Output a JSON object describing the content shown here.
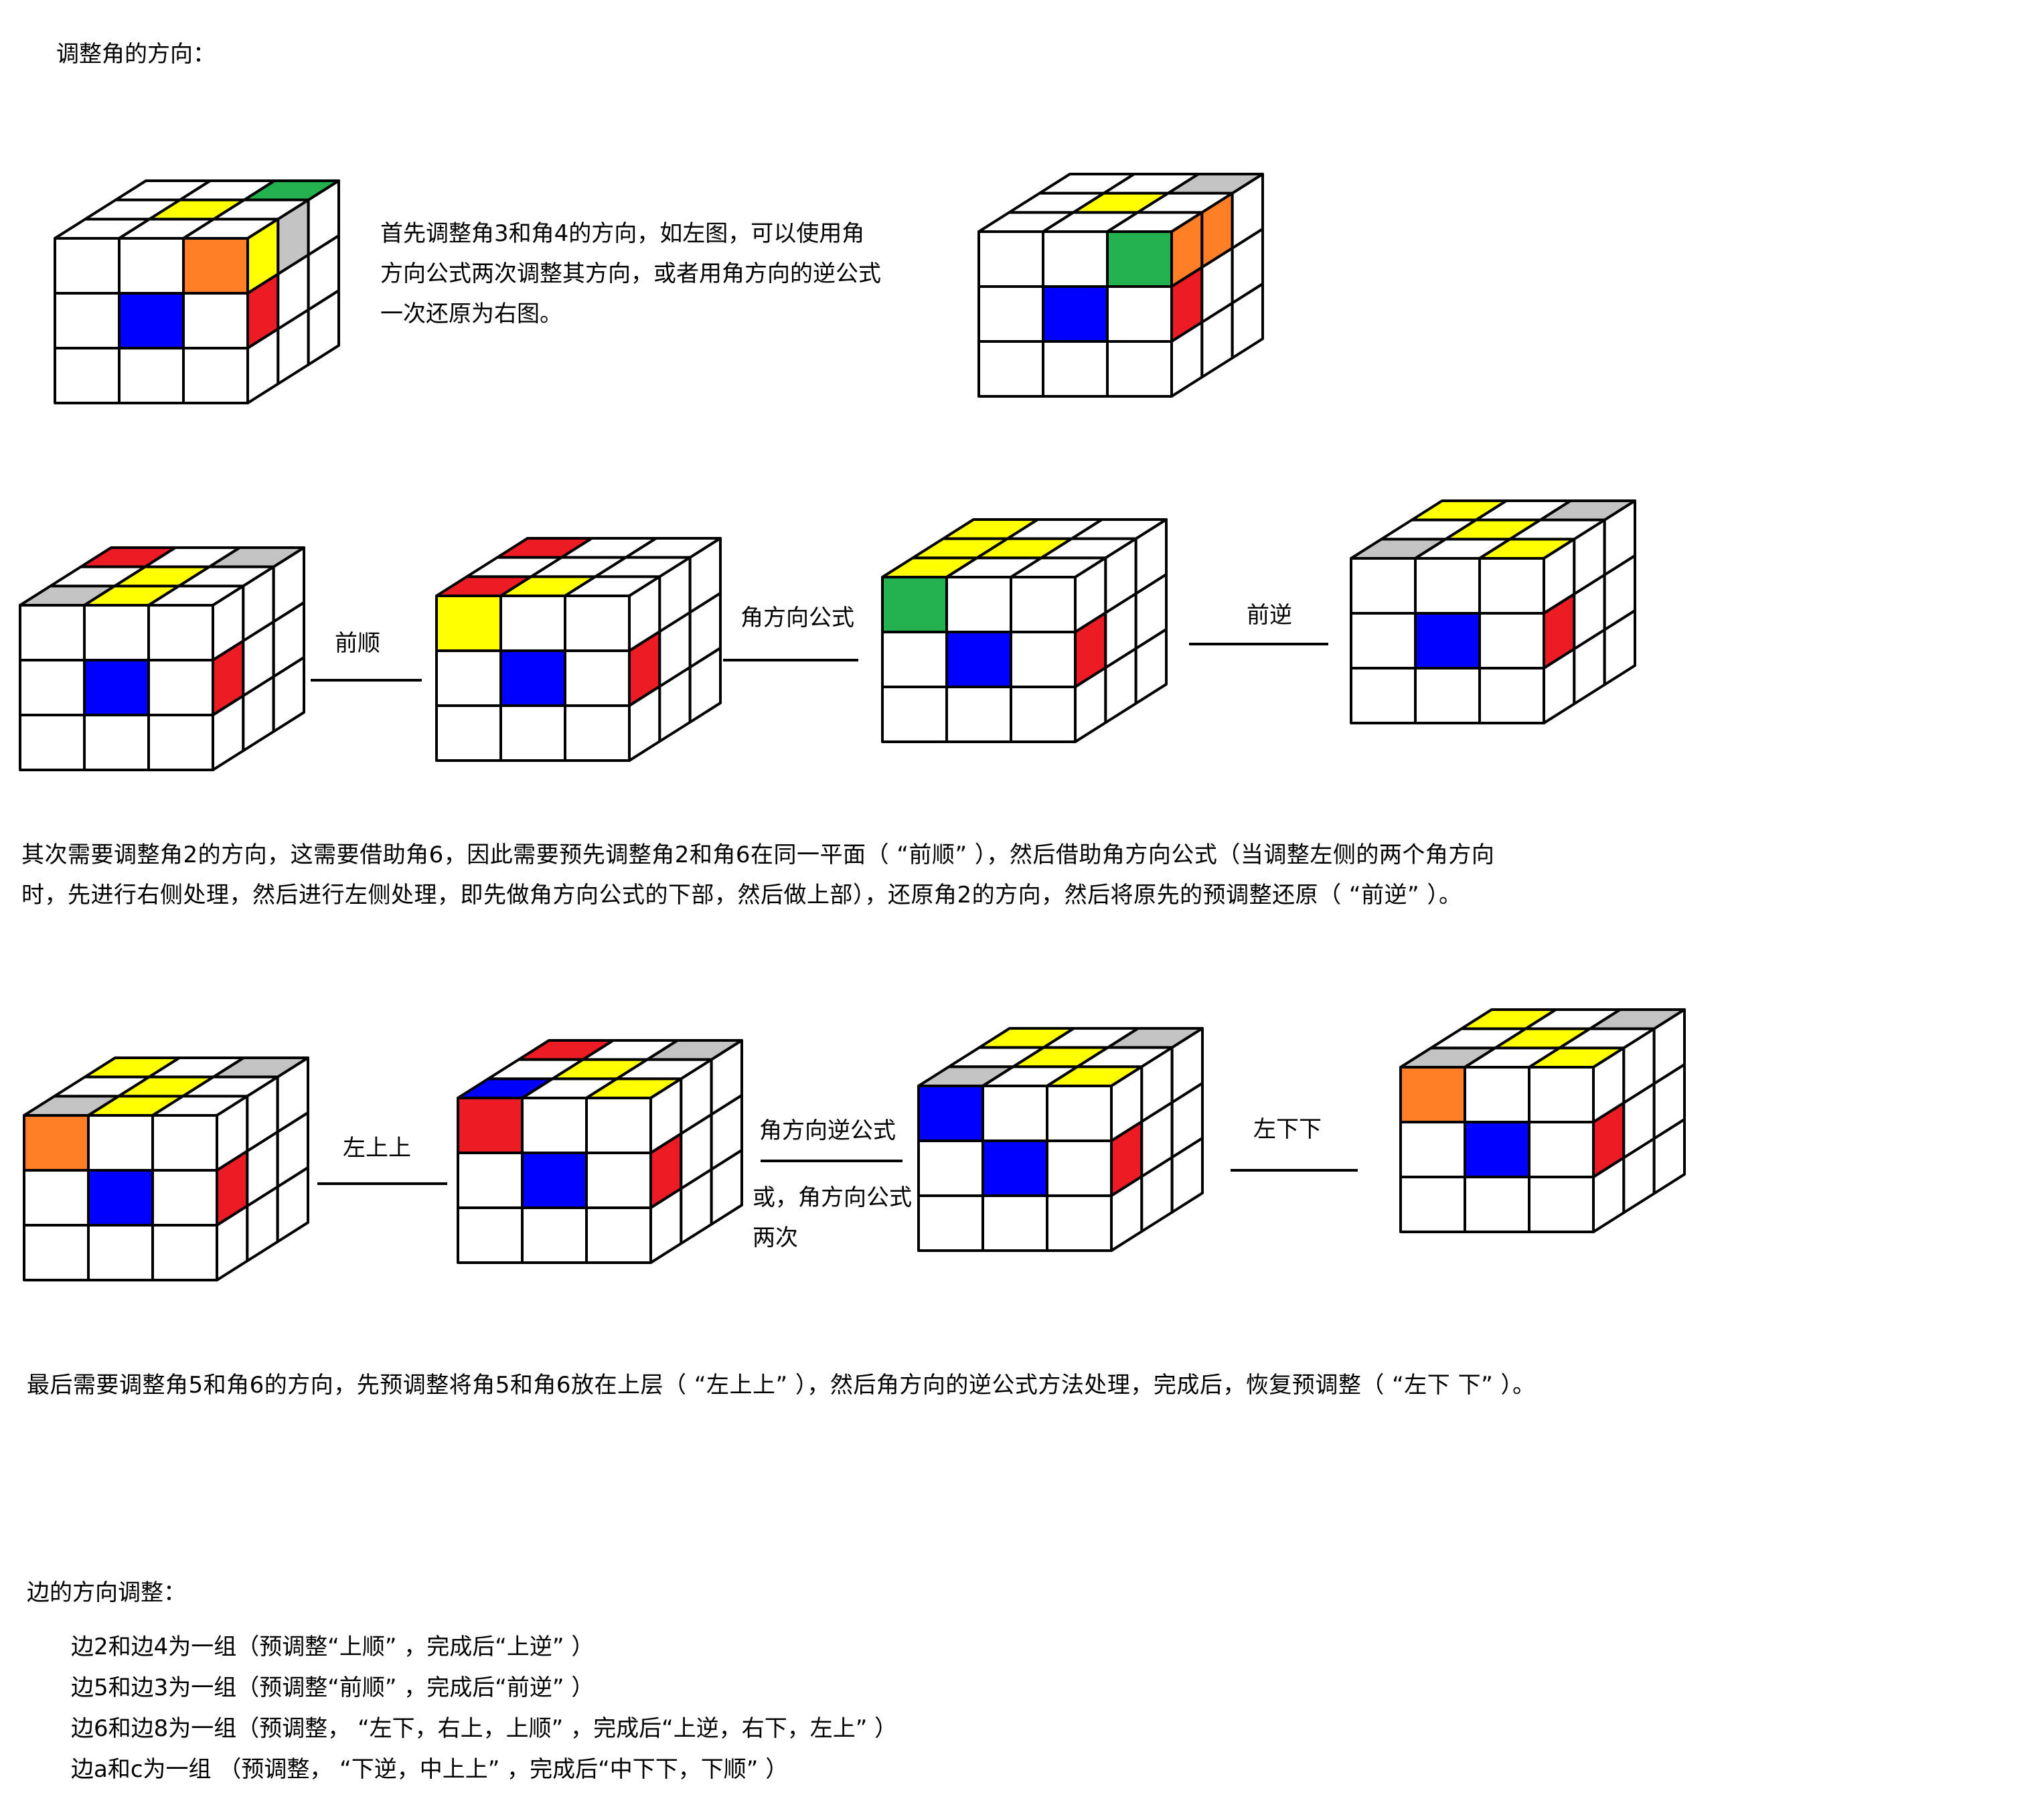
{
  "colors": {
    "white": "#ffffff",
    "yellow": "#ffff00",
    "green": "#22b14c",
    "orange": "#ff7f27",
    "gray": "#c3c3c3",
    "blue": "#0000ff",
    "red": "#ed1c24",
    "line": "#000000"
  },
  "section1": {
    "title": "调整角的方向：",
    "description": [
      "首先调整角3和角4的方向，如左图，可以使用角",
      "方向公式两次调整其方向，或者用角方向的逆公式",
      "一次还原为右图。"
    ]
  },
  "section2": {
    "labels": [
      "前顺",
      "角方向公式",
      "前逆"
    ],
    "description": [
      "其次需要调整角2的方向，这需要借助角6，因此需要预先调整角2和角6在同一平面（ “前顺” ），然后借助角方向公式（当调整左侧的两个角方向",
      "时，先进行右侧处理，然后进行左侧处理，即先做角方向公式的下部，然后做上部），还原角2的方向，然后将原先的预调整还原（ “前逆” ）。"
    ]
  },
  "section3": {
    "labels": [
      "左上上",
      "角方向逆公式",
      "或，角方向公式",
      "两次",
      "左下下"
    ],
    "description": "最后需要调整角5和角6的方向，先预调整将角5和角6放在上层（ “左上上” ），然后角方向的逆公式方法处理，完成后，恢复预调整（ “左下 下” ）。"
  },
  "section4": {
    "title": "边的方向调整：",
    "items": [
      "边2和边4为一组（预调整“上顺” ，完成后“上逆” ）",
      "边5和边3为一组（预调整“前顺” ，完成后“前逆” ）",
      "边6和边8为一组（预调整， “左下，右上，上顺” ，完成后“上逆，右下，左上” ）",
      "边a和c为一组  （预调整， “下逆，中上上” ，完成后“中下下，下顺” ）"
    ]
  },
  "cubes": [
    {
      "top": [
        "W",
        "W",
        "G",
        "W",
        "Y",
        "W",
        "W",
        "W",
        "W"
      ],
      "front": [
        "W",
        "W",
        "O",
        "W",
        "B",
        "W",
        "W",
        "W",
        "W"
      ],
      "side": [
        "Y",
        "Gr",
        "W",
        "R",
        "W",
        "W",
        "W",
        "W",
        "W"
      ]
    },
    {
      "top": [
        "W",
        "W",
        "Gr",
        "W",
        "Y",
        "W",
        "W",
        "W",
        "W"
      ],
      "front": [
        "W",
        "W",
        "G",
        "W",
        "B",
        "W",
        "W",
        "W",
        "W"
      ],
      "side": [
        "O",
        "O",
        "W",
        "R",
        "W",
        "W",
        "W",
        "W",
        "W"
      ]
    },
    {
      "top": [
        "R",
        "W",
        "Gr",
        "W",
        "Y",
        "W",
        "Gr",
        "Y",
        "W"
      ],
      "front": [
        "W",
        "W",
        "W",
        "W",
        "B",
        "W",
        "W",
        "W",
        "W"
      ],
      "side": [
        "W",
        "W",
        "W",
        "R",
        "W",
        "W",
        "W",
        "W",
        "W"
      ]
    },
    {
      "top": [
        "R",
        "W",
        "W",
        "W",
        "W",
        "W",
        "R",
        "Y",
        "W"
      ],
      "front": [
        "Y",
        "W",
        "W",
        "W",
        "B",
        "W",
        "W",
        "W",
        "W"
      ],
      "side": [
        "W",
        "W",
        "W",
        "R",
        "W",
        "W",
        "W",
        "W",
        "W"
      ]
    },
    {
      "top": [
        "Y",
        "W",
        "W",
        "Y",
        "Y",
        "W",
        "Y",
        "W",
        "W"
      ],
      "front": [
        "G",
        "W",
        "W",
        "W",
        "B",
        "W",
        "W",
        "W",
        "W"
      ],
      "side": [
        "W",
        "W",
        "W",
        "R",
        "W",
        "W",
        "W",
        "W",
        "W"
      ]
    },
    {
      "top": [
        "Y",
        "W",
        "Gr",
        "W",
        "Y",
        "W",
        "Gr",
        "W",
        "Y"
      ],
      "front": [
        "W",
        "W",
        "W",
        "W",
        "B",
        "W",
        "W",
        "W",
        "W"
      ],
      "side": [
        "W",
        "W",
        "W",
        "R",
        "W",
        "W",
        "W",
        "W",
        "W"
      ]
    },
    {
      "top": [
        "Y",
        "W",
        "Gr",
        "W",
        "Y",
        "W",
        "Gr",
        "Y",
        "W"
      ],
      "front": [
        "O",
        "W",
        "W",
        "W",
        "B",
        "W",
        "W",
        "W",
        "W"
      ],
      "side": [
        "W",
        "W",
        "W",
        "R",
        "W",
        "W",
        "W",
        "W",
        "W"
      ]
    },
    {
      "top": [
        "R",
        "W",
        "Gr",
        "W",
        "Y",
        "W",
        "B",
        "W",
        "Y"
      ],
      "front": [
        "R",
        "W",
        "W",
        "W",
        "B",
        "W",
        "W",
        "W",
        "W"
      ],
      "side": [
        "W",
        "W",
        "W",
        "R",
        "W",
        "W",
        "W",
        "W",
        "W"
      ]
    },
    {
      "top": [
        "Y",
        "W",
        "Gr",
        "W",
        "Y",
        "W",
        "Gr",
        "W",
        "Y"
      ],
      "front": [
        "B",
        "W",
        "W",
        "W",
        "B",
        "W",
        "W",
        "W",
        "W"
      ],
      "side": [
        "W",
        "W",
        "W",
        "R",
        "W",
        "W",
        "W",
        "W",
        "W"
      ]
    },
    {
      "top": [
        "Y",
        "W",
        "Gr",
        "W",
        "Y",
        "W",
        "Gr",
        "W",
        "Y"
      ],
      "front": [
        "O",
        "W",
        "W",
        "W",
        "B",
        "W",
        "W",
        "W",
        "W"
      ],
      "side": [
        "W",
        "W",
        "W",
        "R",
        "W",
        "W",
        "W",
        "W",
        "W"
      ]
    }
  ]
}
